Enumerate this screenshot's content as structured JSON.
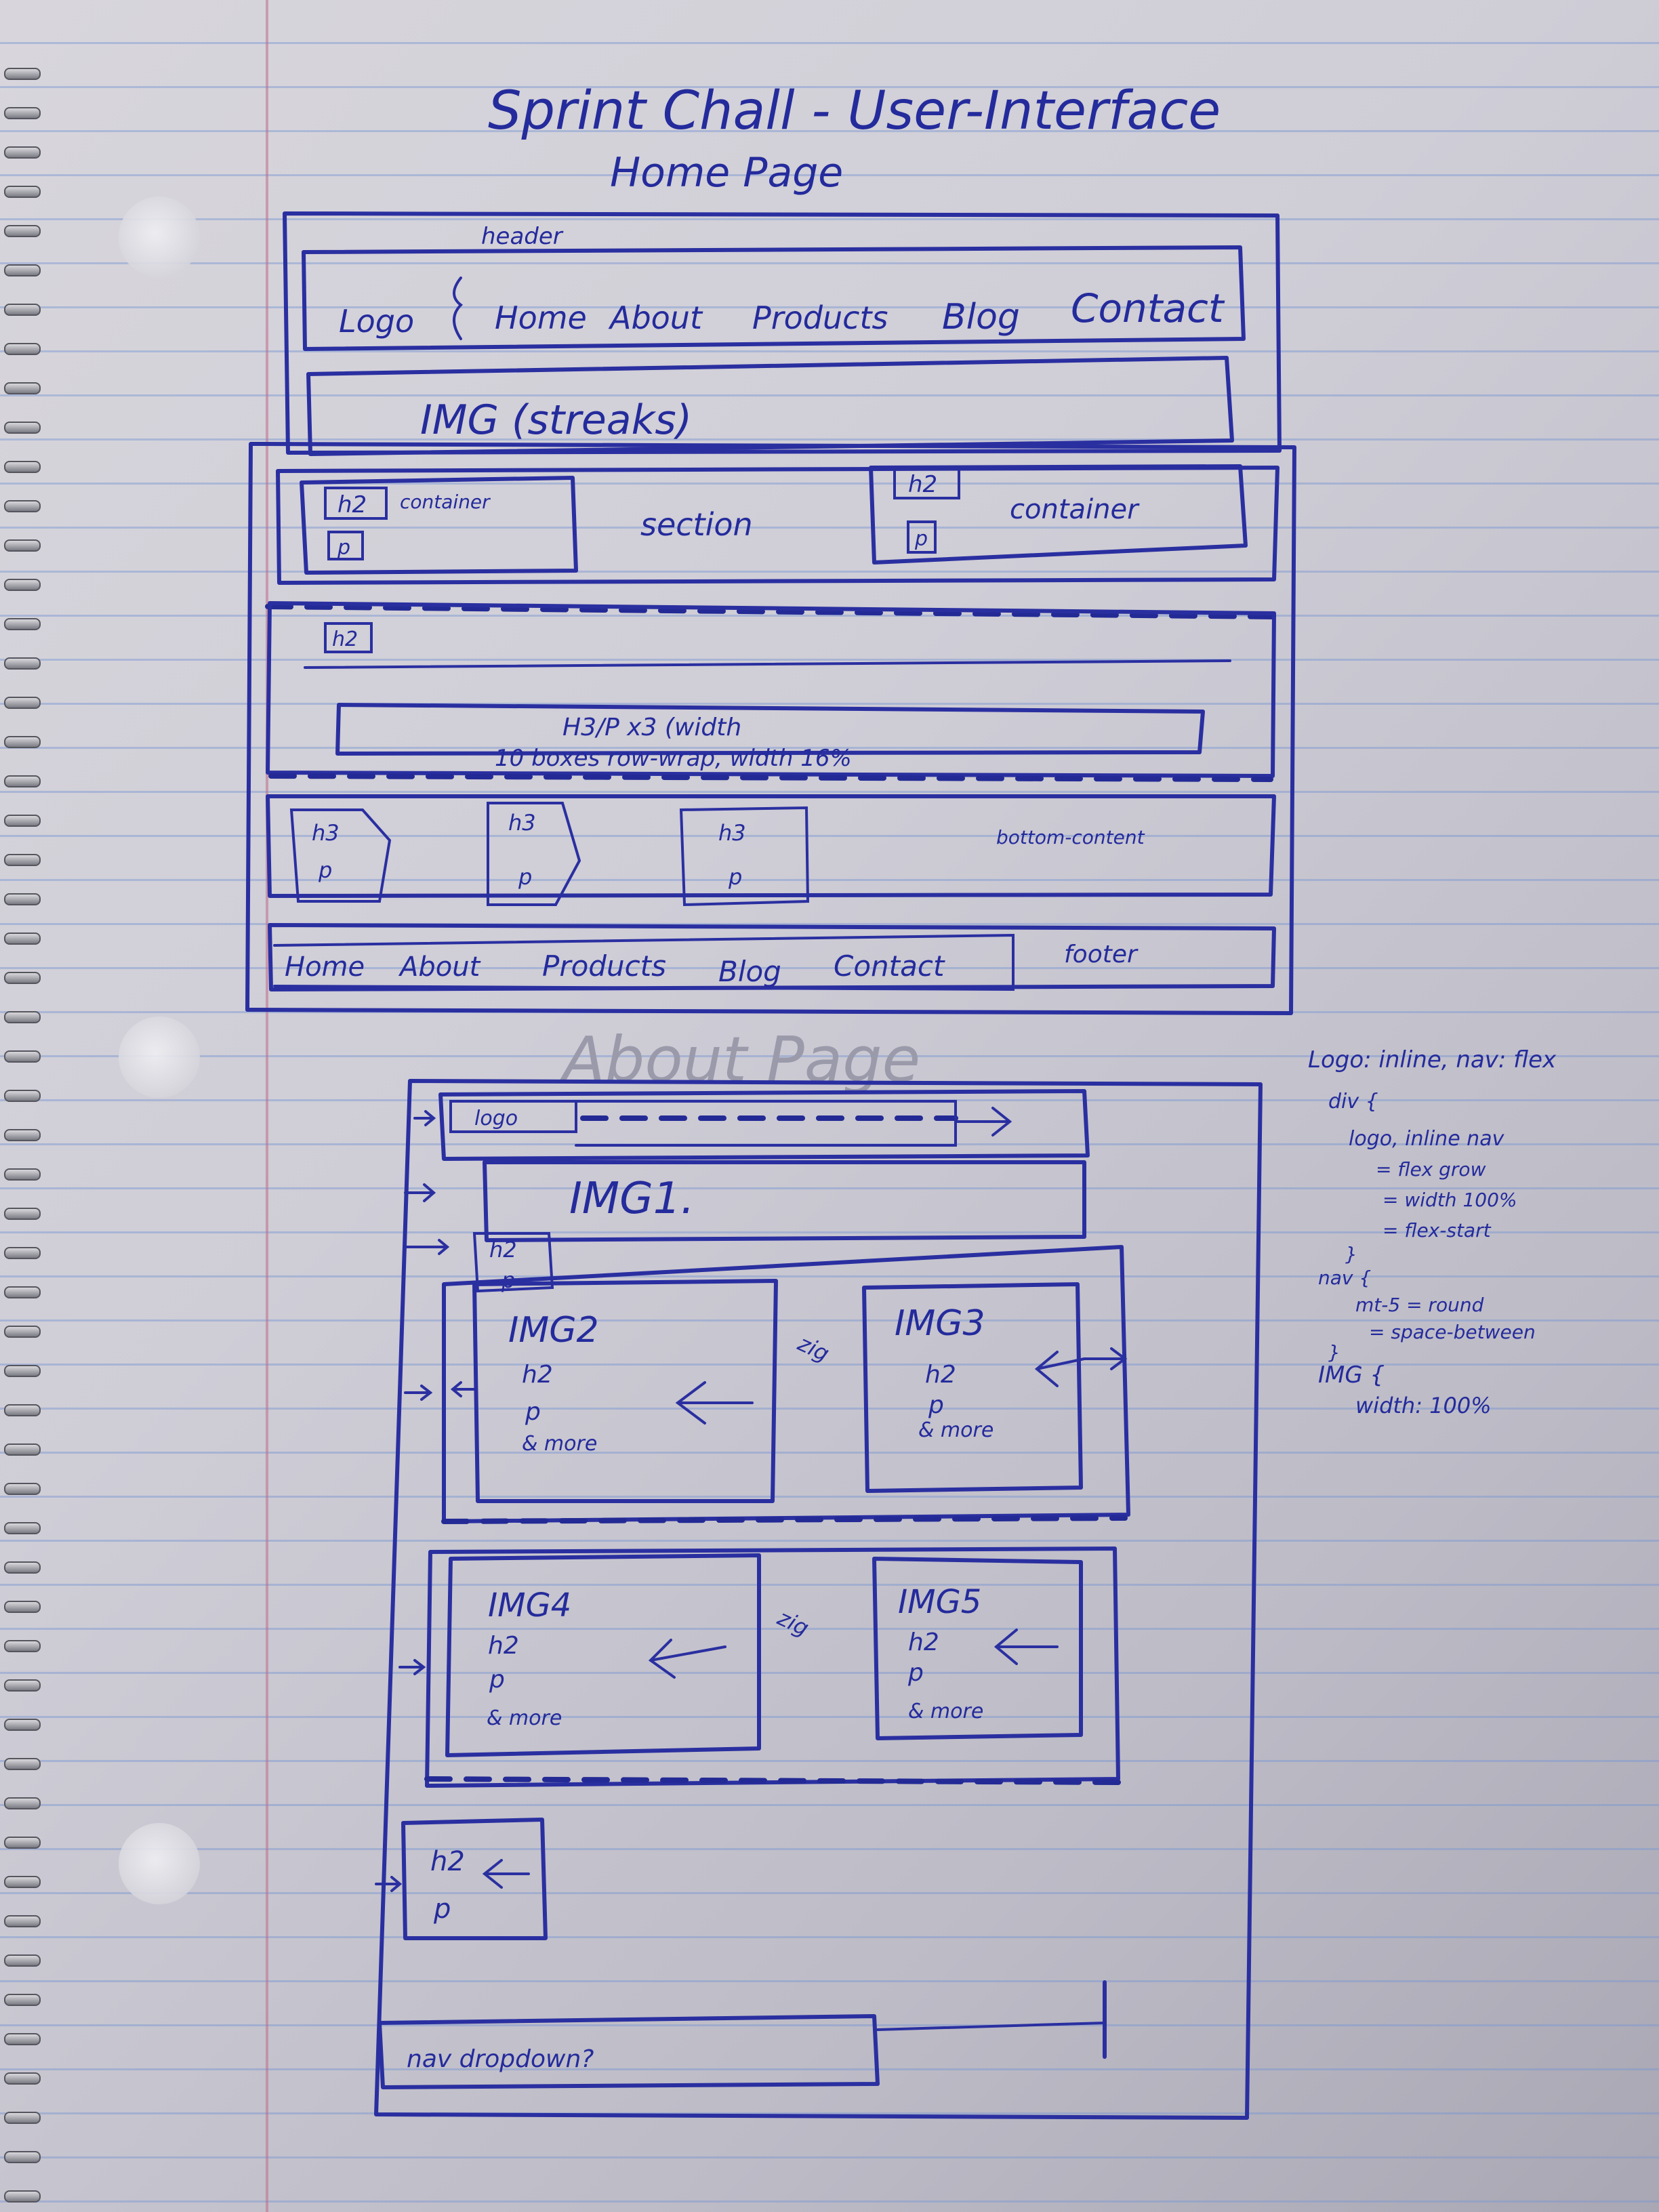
{
  "title": "Sprint Chall - User-Interface",
  "home_page": {
    "heading": "Home Page",
    "header_label": "header",
    "nav": {
      "logo": "Logo",
      "items": [
        "Home",
        "About",
        "Products",
        "Blog",
        "Contact"
      ]
    },
    "hero": "IMG (streaks)",
    "section": {
      "label": "section",
      "left_box": {
        "h": "h2",
        "p": "p",
        "label": "container"
      },
      "right_box": {
        "h": "h2",
        "p": "p",
        "label": "container"
      }
    },
    "mid_box": {
      "h": "h2",
      "note_1": "H3/P x3 (width",
      "note_2": "10 boxes row-wrap, width 16%"
    },
    "bottom_row": {
      "boxes": [
        {
          "h": "h3",
          "p": "p"
        },
        {
          "h": "h3",
          "p": "p"
        },
        {
          "h": "h3",
          "p": "p"
        }
      ],
      "label": "bottom-content"
    },
    "footer": {
      "items": [
        "Home",
        "About",
        "Products",
        "Blog",
        "Contact"
      ],
      "label": "footer"
    }
  },
  "about_page": {
    "heading": "About Page",
    "logo": "logo",
    "img1": "IMG1.",
    "h2": "h2",
    "p": "p",
    "zig": "zig",
    "cards": [
      {
        "img": "IMG2",
        "h": "h2",
        "p": "p",
        "more": "& more"
      },
      {
        "img": "IMG3",
        "h": "h2",
        "p": "p",
        "more": "& more"
      },
      {
        "img": "IMG4",
        "h": "h2",
        "p": "p",
        "more": "& more"
      },
      {
        "img": "IMG5",
        "h": "h2",
        "p": "p",
        "more": "& more"
      }
    ],
    "small_box": {
      "h": "h2",
      "p": "p"
    },
    "nav_footer": "nav dropdown?"
  },
  "side_notes": [
    "Logo: inline, nav: flex",
    "div {",
    "logo, inline nav",
    "= flex grow",
    "= width 100%",
    "= flex-start",
    "}",
    "nav {",
    "mt-5 = round",
    "= space-between",
    "}",
    "IMG {",
    "width: 100%"
  ]
}
